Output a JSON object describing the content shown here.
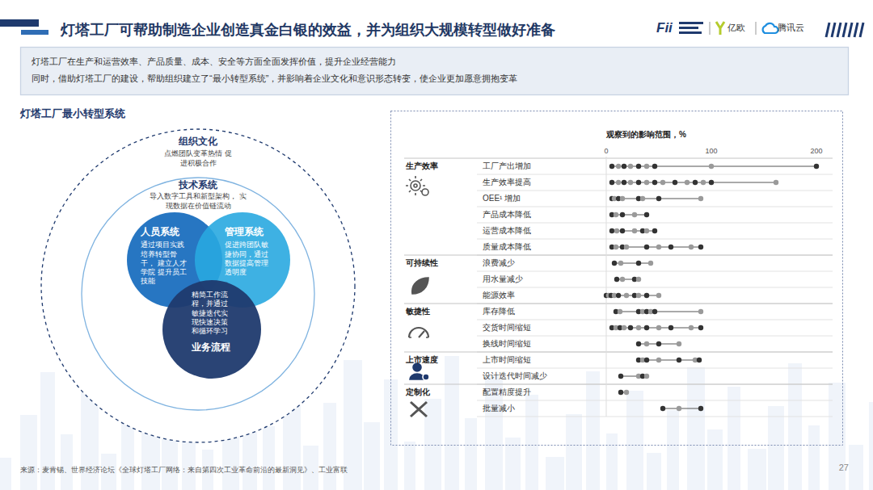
{
  "diagram": {
    "title": "灯塔工厂可帮助制造企业创造真金白银的效益，并为组织大规模转型做好准备",
    "nodes": [
      {
        "text": [
          "灯塔工厂在生产和运营效率、产品质量、成本、安全等方面全面发挥价值，提升企业经营能力",
          "同时，借助灯塔工厂的建设，帮助组织建立了“最小转型系统”，并影响着企业文化和意识形态转变，使企业更加愿意拥抱变革"
        ]
      },
      {
        "text": [
          "组织文化",
          "点燃团队变革热情 促进积极合作"
        ]
      },
      {
        "text": [
          "技术系统",
          "导入数字工具和新型架构， 实现数据在价值链流动"
        ],
        "in": 1
      },
      {
        "text": [
          "人员系统",
          "通过项目实践 培养转型骨干， 建立人才学院 提升员工技能"
        ],
        "in": 2
      },
      {
        "text": [
          "管理系统",
          "促进跨团队敏 捷协同，通过 数据提高管理 透明度"
        ],
        "in": 2
      },
      {
        "text": [
          "精简工作流 程，并通过 敏捷迭代实 现快速决策 和循环学习",
          "业务流程"
        ],
        "in": 2
      }
    ],
    "labels": [
      "Fii",
      "亿欧",
      "腾讯云",
      "灯塔工厂最小转型系统",
      "观察到的影响范围，%",
      "0",
      "100",
      "200",
      "生产效率",
      "工厂产出增加",
      "生产效率提高",
      "OEE¹ 增加",
      "产品成本降低",
      "运营成本降低",
      "质量成本降低",
      "可持续性",
      "浪费减少",
      "用水量减少",
      "能源效率",
      "敏捷性",
      "库存降低",
      "交货时间缩短",
      "换线时间缩短",
      "上市速度",
      "上市时间缩短",
      "设计迭代时间减少",
      "定制化",
      "配置精度提升",
      "批量减小",
      "来源：麦肯锡、世界经济论坛《全球灯塔工厂网络：来自第四次工业革命前沿的最新洞见》、工业富联",
      "27"
    ]
  }
}
